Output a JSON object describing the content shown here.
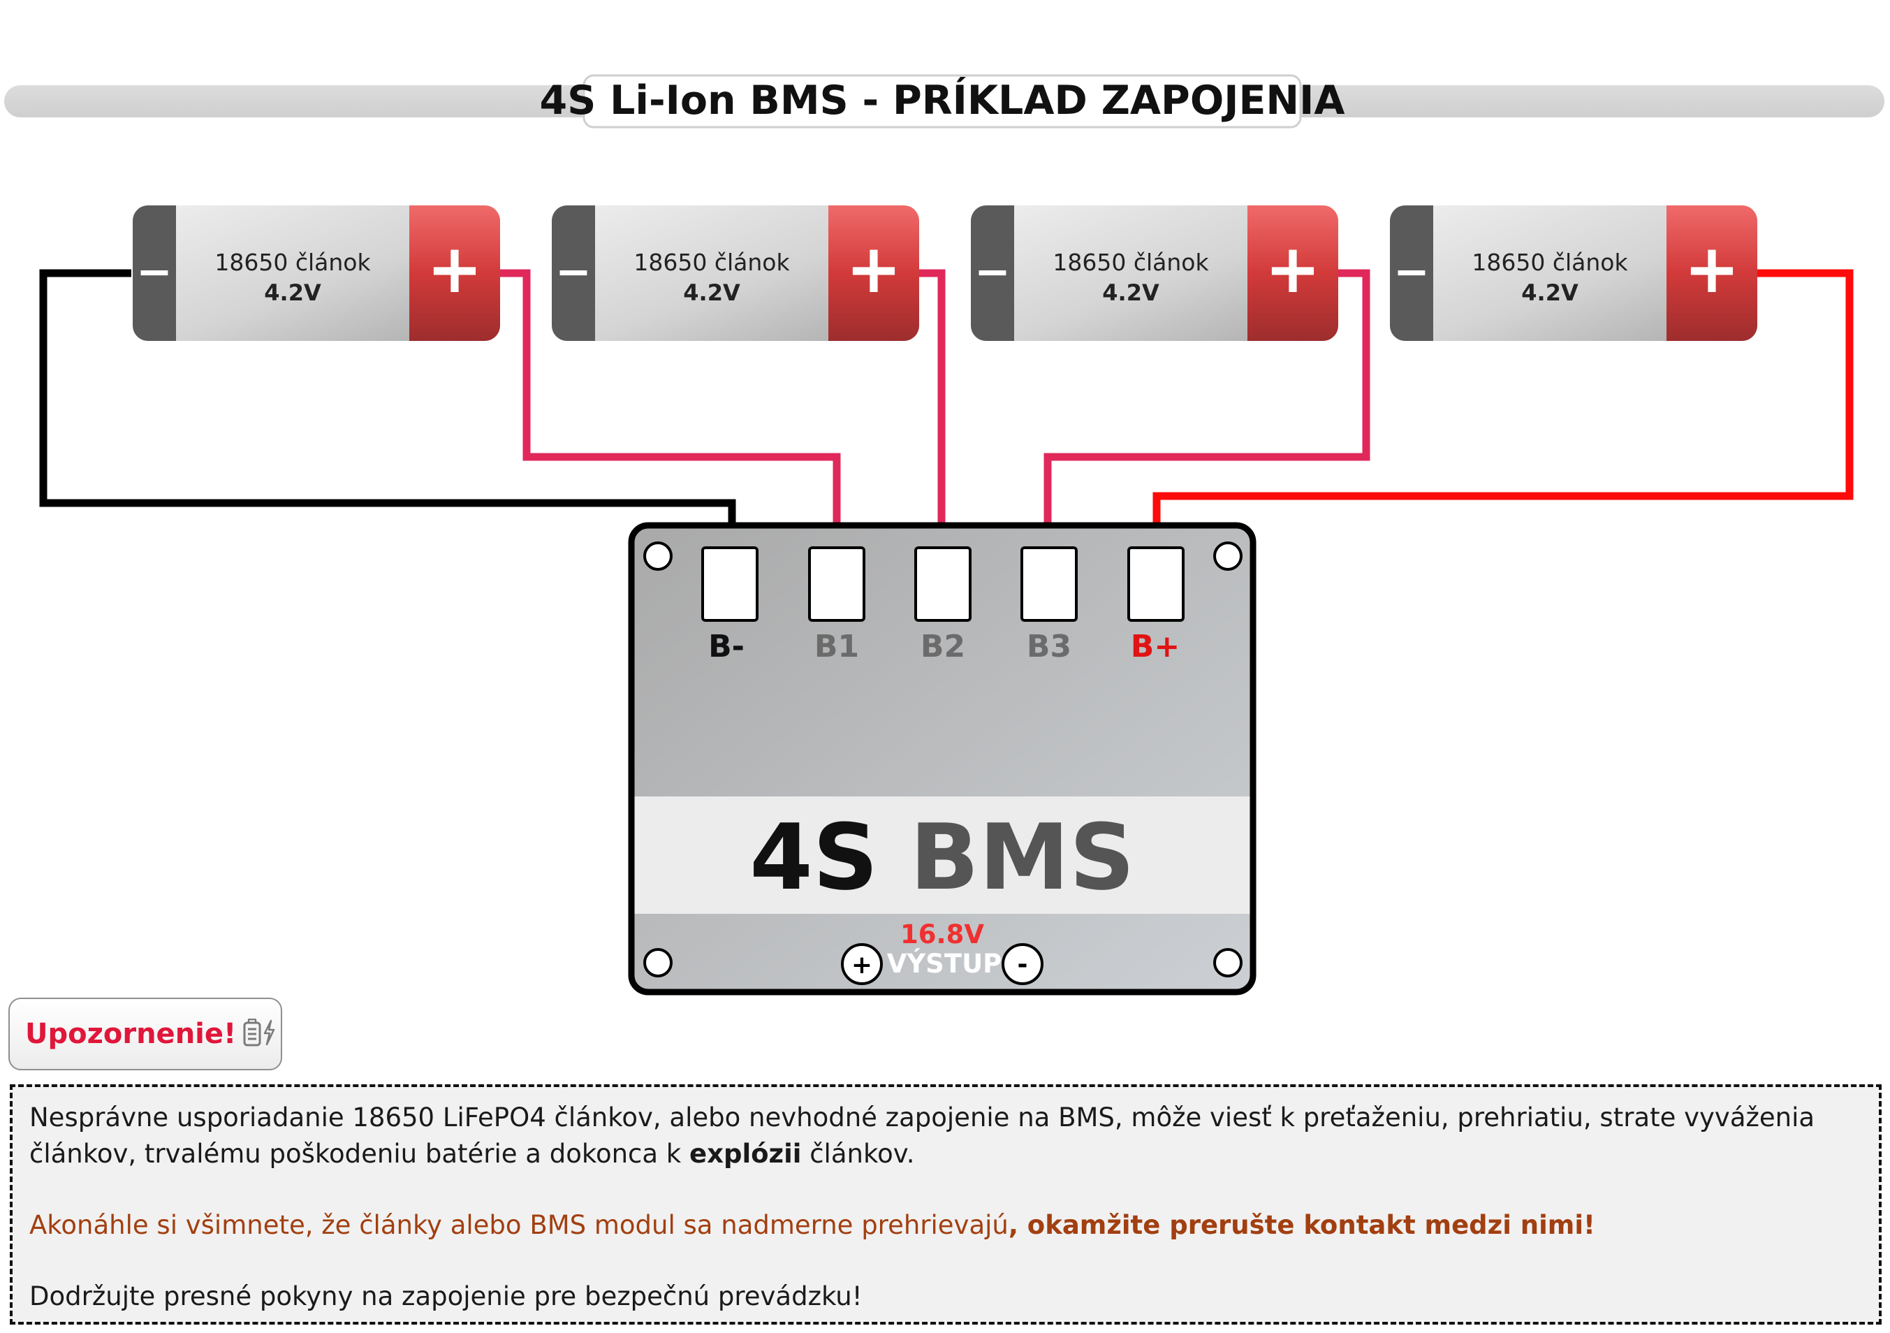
{
  "title": "4S Li-Ion BMS - PRÍKLAD ZAPOJENIA",
  "cells": [
    {
      "name": "18650 článok",
      "voltage": "4.2V",
      "minus": "−",
      "plus": "+"
    },
    {
      "name": "18650 článok",
      "voltage": "4.2V",
      "minus": "−",
      "plus": "+"
    },
    {
      "name": "18650 článok",
      "voltage": "4.2V",
      "minus": "−",
      "plus": "+"
    },
    {
      "name": "18650 článok",
      "voltage": "4.2V",
      "minus": "−",
      "plus": "+"
    }
  ],
  "bms": {
    "title_prefix": "4S",
    "title_suffix": "BMS",
    "terminals": [
      "B-",
      "B1",
      "B2",
      "B3",
      "B+"
    ],
    "output_voltage": "16.8V",
    "output_label": "VÝSTUP",
    "output_plus": "+",
    "output_minus": "-"
  },
  "warning": {
    "title": "Upozornenie!",
    "icons": [
      "battery-icon",
      "lightning-icon"
    ],
    "p1_text": "Nesprávne usporiadanie 18650 LiFePO4 článkov, alebo nevhodné zapojenie na BMS, môže viesť k preťaženiu, prehriatiu, strate vyváženia článkov, trvalému poškodeniu batérie a dokonca k ",
    "p1_bold": "explózii",
    "p1_end": " článkov.",
    "p2_text": "Akonáhle si všimnete, že články alebo BMS modul sa nadmerne prehrievajú",
    "p2_bold": ", okamžite prerušte kontakt medzi nimi!",
    "p3_text": "Dodržujte presné pokyny na zapojenie pre bezpečnú prevádzku!"
  },
  "colors": {
    "balance_wire": "#e0285a",
    "negative_wire": "#000000",
    "positive_wire": "#ff0a0a",
    "cell_plus": "#d63d3d",
    "cell_minus": "#5a5a5a",
    "terminal_minus_label": "#111111",
    "terminal_balance_label": "#6b6b6b",
    "terminal_plus_label": "#e01414",
    "output_voltage": "#f03030",
    "warning_title": "#e0163a",
    "warning_orange": "#a23f10"
  }
}
